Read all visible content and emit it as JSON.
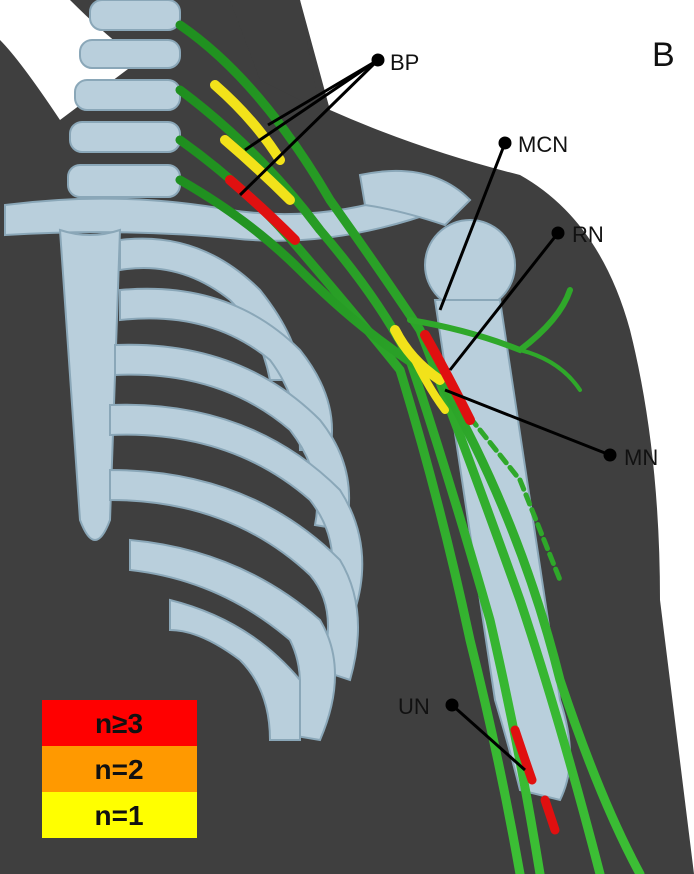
{
  "panel_letter": "B",
  "labels": {
    "bp": "BP",
    "mcn": "MCN",
    "rn": "RN",
    "mn": "MN",
    "un": "UN"
  },
  "legend": [
    {
      "label": "n≥3",
      "color": "#ff0000"
    },
    {
      "label": "n=2",
      "color": "#ff9900"
    },
    {
      "label": "n=1",
      "color": "#ffff00"
    }
  ],
  "colors": {
    "body": "#3f3f3f",
    "bone": "#b9cfdc",
    "nerve": "#2fa82a",
    "lesion_high": "#e01010",
    "lesion_mid": "#ff9900",
    "lesion_low": "#f2e21a"
  }
}
